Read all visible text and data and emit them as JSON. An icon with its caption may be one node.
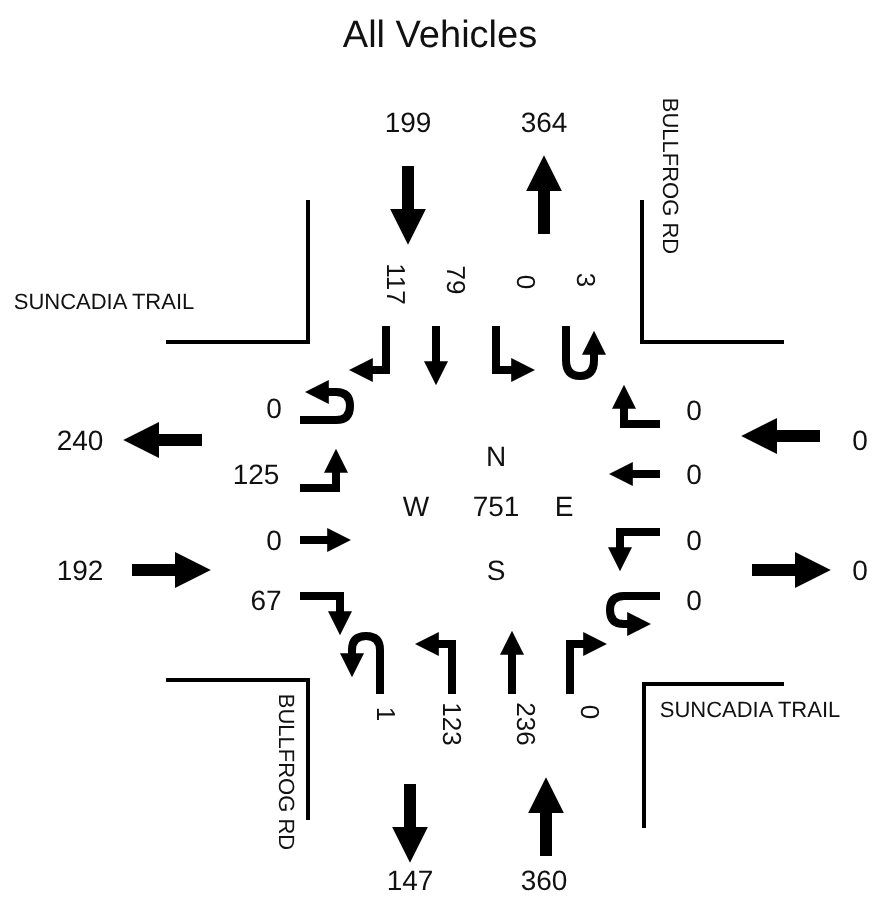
{
  "diagram": {
    "title": "All Vehicles",
    "labels": [
      "199",
      "364",
      "BULLFROG RD",
      "SUNCADIA TRAIL",
      "117",
      "79",
      "0",
      "3",
      "0",
      "0",
      "240",
      "0",
      "0",
      "N",
      "125",
      "W",
      "751",
      "E",
      "0",
      "0",
      "192",
      "S",
      "0",
      "67",
      "0",
      "BULLFROG RD",
      "1",
      "123",
      "236",
      "0",
      "SUNCADIA TRAIL",
      "147",
      "360"
    ]
  }
}
